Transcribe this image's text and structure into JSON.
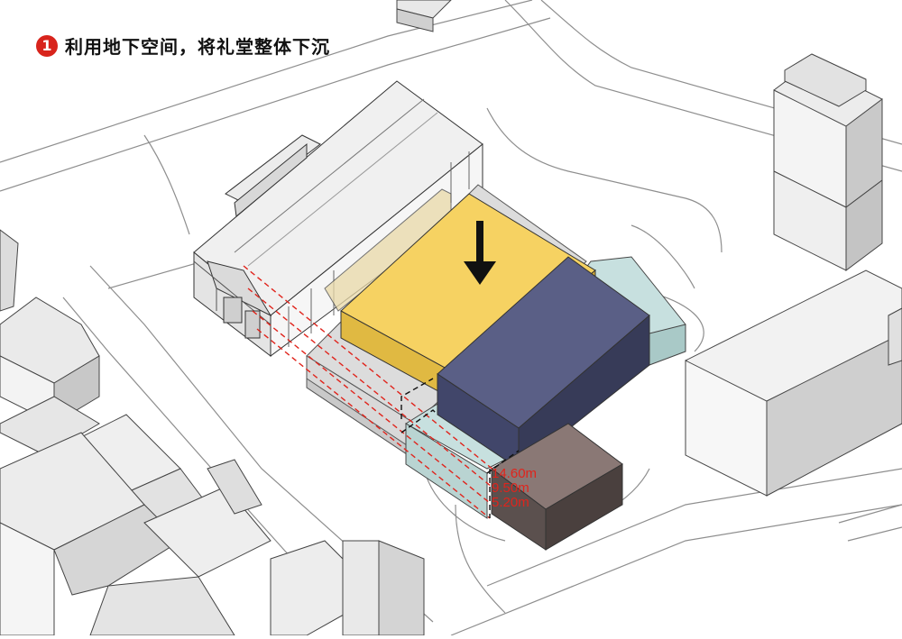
{
  "header": {
    "step_number": "1",
    "title": "利用地下空间，将礼堂整体下沉"
  },
  "dimensions": [
    "14.60m",
    "9.50m",
    "5.20m"
  ],
  "colors": {
    "badge": "#d8241c",
    "hall_volume": "#f6d262",
    "main_volume": "#5a5f86",
    "light_volume": "#c7e0df",
    "dark_volume": "#8a7875",
    "dashed_lines": "#e0241c"
  },
  "icons": [
    "down-arrow-icon"
  ]
}
